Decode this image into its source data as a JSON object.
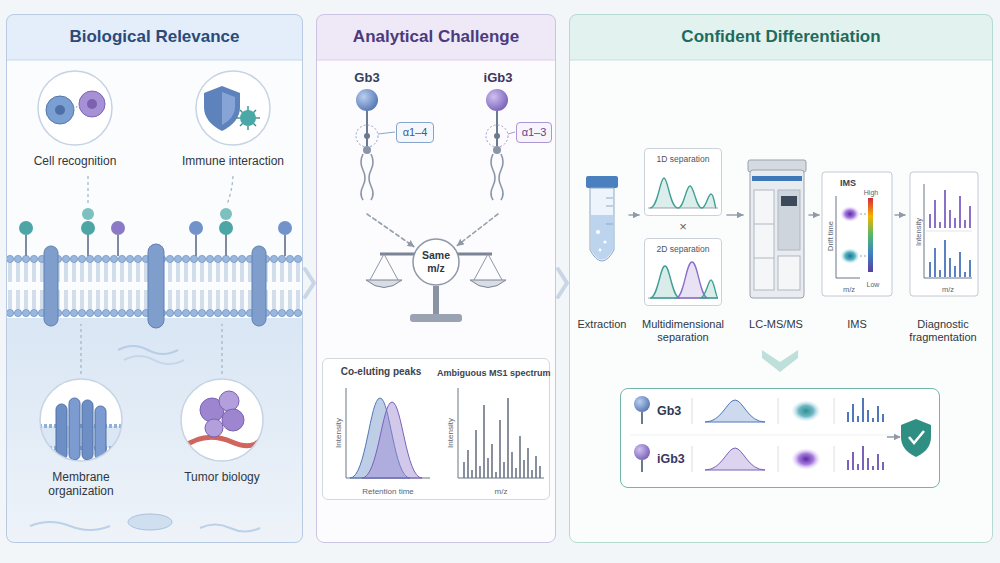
{
  "diagram": {
    "nodes": [
      {
        "text": [
          "Biological Relevance"
        ]
      },
      {
        "text": [
          "Cell recognition"
        ],
        "in": 0
      },
      {
        "text": [
          "Immune interaction"
        ],
        "in": 0
      },
      {
        "text": [
          "Membrane organization"
        ],
        "in": 0
      },
      {
        "text": [
          "Tumor biology"
        ],
        "in": 0
      },
      {
        "text": [
          "Analytical Challenge"
        ]
      },
      {
        "text": [
          "Gb3"
        ],
        "in": 5
      },
      {
        "text": [
          "α1–4"
        ],
        "in": 5
      },
      {
        "text": [
          "iGb3"
        ],
        "in": 5
      },
      {
        "text": [
          "α1–3"
        ],
        "in": 5
      },
      {
        "text": [
          "Same m/z"
        ],
        "in": 5
      },
      {
        "text": [
          "Co-eluting peaks",
          "Ambiguous MS1 spectrum"
        ],
        "in": 5
      },
      {
        "text": [
          "Confident Differentiation"
        ]
      },
      {
        "text": [
          "Extraction"
        ],
        "in": 12
      },
      {
        "text": [
          "Multidimensional separation"
        ],
        "in": 12
      },
      {
        "text": [
          "1D separation"
        ],
        "in": 14
      },
      {
        "text": [
          "2D separation"
        ],
        "in": 14
      },
      {
        "text": [
          "LC-MS/MS"
        ],
        "in": 12
      },
      {
        "text": [
          "IMS"
        ],
        "in": 12
      },
      {
        "text": [
          "Diagnostic fragmentation"
        ],
        "in": 12
      },
      {
        "text": [
          "Gb3",
          "iGb3"
        ],
        "in": 12
      }
    ],
    "edges": [
      {
        "from": 6,
        "to": 10,
        "arrow": "to"
      },
      {
        "from": 8,
        "to": 10,
        "arrow": "to"
      },
      {
        "from": 13,
        "to": 14,
        "arrow": "to"
      },
      {
        "from": 14,
        "to": 17,
        "arrow": "to"
      },
      {
        "from": 17,
        "to": 18,
        "arrow": "to"
      },
      {
        "from": 18,
        "to": 19,
        "arrow": "to"
      },
      {
        "from": 0,
        "to": 5,
        "arrow": "to"
      },
      {
        "from": 5,
        "to": 12,
        "arrow": "to"
      }
    ],
    "labels": [
      "×",
      "Intensity",
      "Retention time",
      "Intensity",
      "m/z",
      "IMS",
      "High",
      "Low",
      "Drift time",
      "m/z",
      "Intensity",
      "m/z"
    ]
  }
}
